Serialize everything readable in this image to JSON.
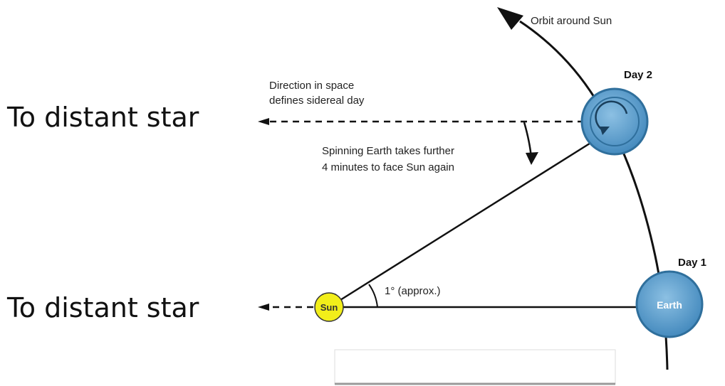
{
  "labels": {
    "distant_star_top": "To distant star",
    "distant_star_bottom": "To distant star",
    "orbit": "Orbit around Sun",
    "day2": "Day 2",
    "day1": "Day 1",
    "direction_line1": "Direction in space",
    "direction_line2": "defines sidereal day",
    "spinning_line1": "Spinning Earth takes further",
    "spinning_line2": "4 minutes to face Sun again",
    "angle": "1° (approx.)",
    "sun": "Sun",
    "earth": "Earth"
  },
  "colors": {
    "earth_fill": "#5b9bc9",
    "earth_ring": "#2f6f9c",
    "sun_fill": "#f2ee1a",
    "line": "#111111"
  }
}
